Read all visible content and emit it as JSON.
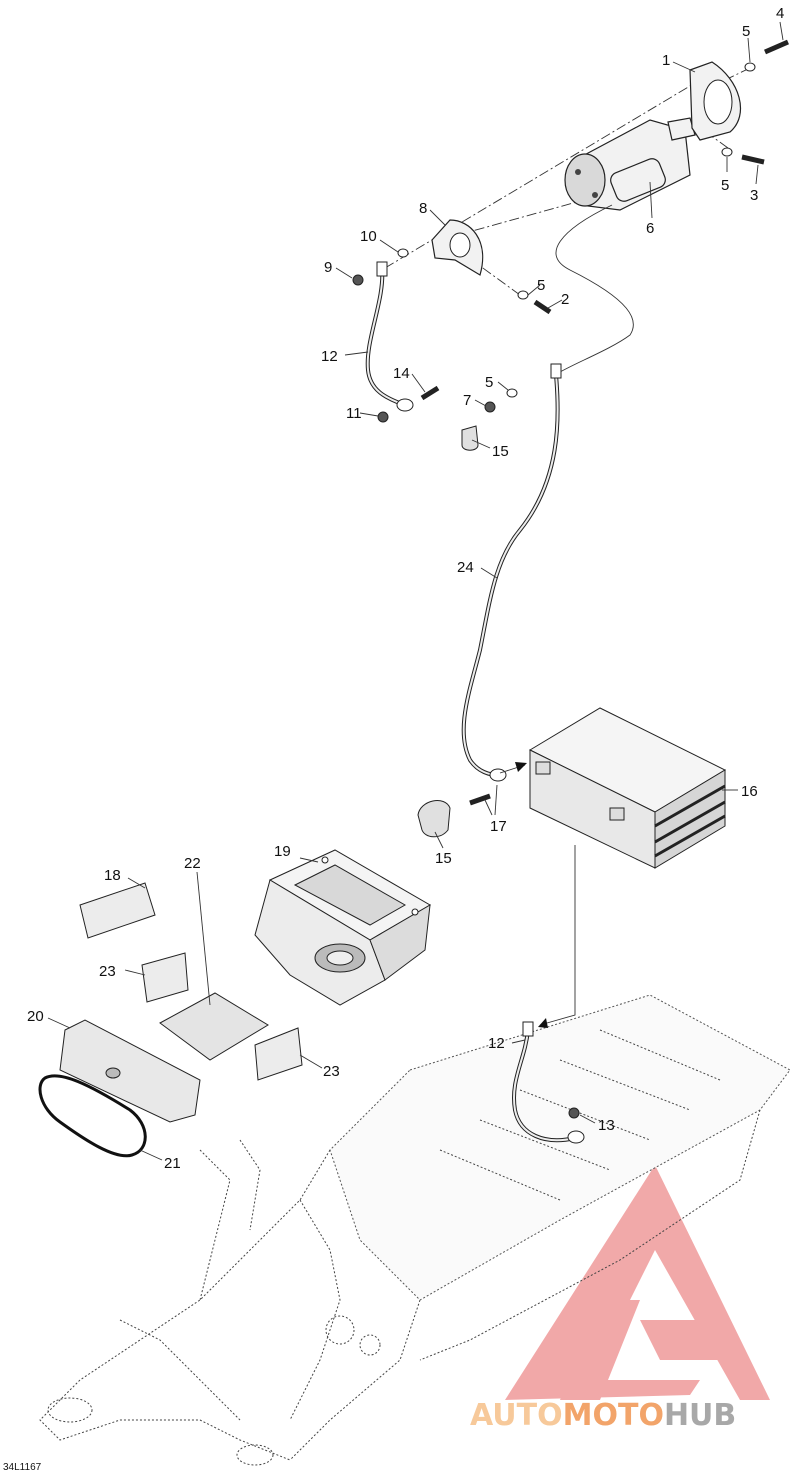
{
  "diagram_code": "34L1167",
  "callouts": [
    {
      "id": "c1",
      "text": "1"
    },
    {
      "id": "c2",
      "text": "2"
    },
    {
      "id": "c3",
      "text": "3"
    },
    {
      "id": "c4",
      "text": "4"
    },
    {
      "id": "c5a",
      "text": "5"
    },
    {
      "id": "c5b",
      "text": "5"
    },
    {
      "id": "c5c",
      "text": "5"
    },
    {
      "id": "c5d",
      "text": "5"
    },
    {
      "id": "c6",
      "text": "6"
    },
    {
      "id": "c7",
      "text": "7"
    },
    {
      "id": "c8",
      "text": "8"
    },
    {
      "id": "c9",
      "text": "9"
    },
    {
      "id": "c10",
      "text": "10"
    },
    {
      "id": "c11",
      "text": "11"
    },
    {
      "id": "c12a",
      "text": "12"
    },
    {
      "id": "c12b",
      "text": "12"
    },
    {
      "id": "c13",
      "text": "13"
    },
    {
      "id": "c14",
      "text": "14"
    },
    {
      "id": "c15a",
      "text": "15"
    },
    {
      "id": "c15b",
      "text": "15"
    },
    {
      "id": "c16",
      "text": "16"
    },
    {
      "id": "c17",
      "text": "17"
    },
    {
      "id": "c18",
      "text": "18"
    },
    {
      "id": "c19",
      "text": "19"
    },
    {
      "id": "c20",
      "text": "20"
    },
    {
      "id": "c21",
      "text": "21"
    },
    {
      "id": "c22",
      "text": "22"
    },
    {
      "id": "c23a",
      "text": "23"
    },
    {
      "id": "c23b",
      "text": "23"
    },
    {
      "id": "c24",
      "text": "24"
    }
  ],
  "watermark": {
    "part1": "AUTO",
    "part2": "MOTO",
    "part3": "HUB",
    "color_light": "#f7c99a",
    "color_mid": "#f2a46a",
    "color_dark": "#a8a8a8",
    "logo_color": "#ef9a9a"
  }
}
